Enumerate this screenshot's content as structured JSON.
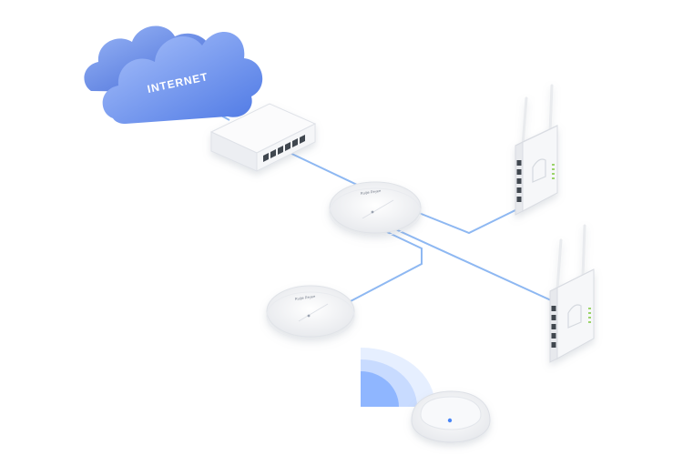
{
  "cloud": {
    "label": "INTERNET",
    "color_light": "#8fb1f5",
    "color_dark": "#4f79e6"
  },
  "access_point_large": {
    "brand": "Ruijie Reyee"
  },
  "access_point_left": {
    "brand": "Ruijie Reyee"
  },
  "colors": {
    "cable": "#8eb8f2",
    "device_body": "#f3f4f6",
    "device_edge": "#d7dbe2",
    "port": "#3f4650",
    "wifi_signal": "#6fa2ff",
    "led_green": "#9bd36b"
  },
  "icons": {
    "cloud": "cloud-icon",
    "switch": "network-switch-icon",
    "access_point": "ceiling-access-point-icon",
    "router": "wireless-router-icon",
    "signal": "wifi-signal-icon"
  }
}
